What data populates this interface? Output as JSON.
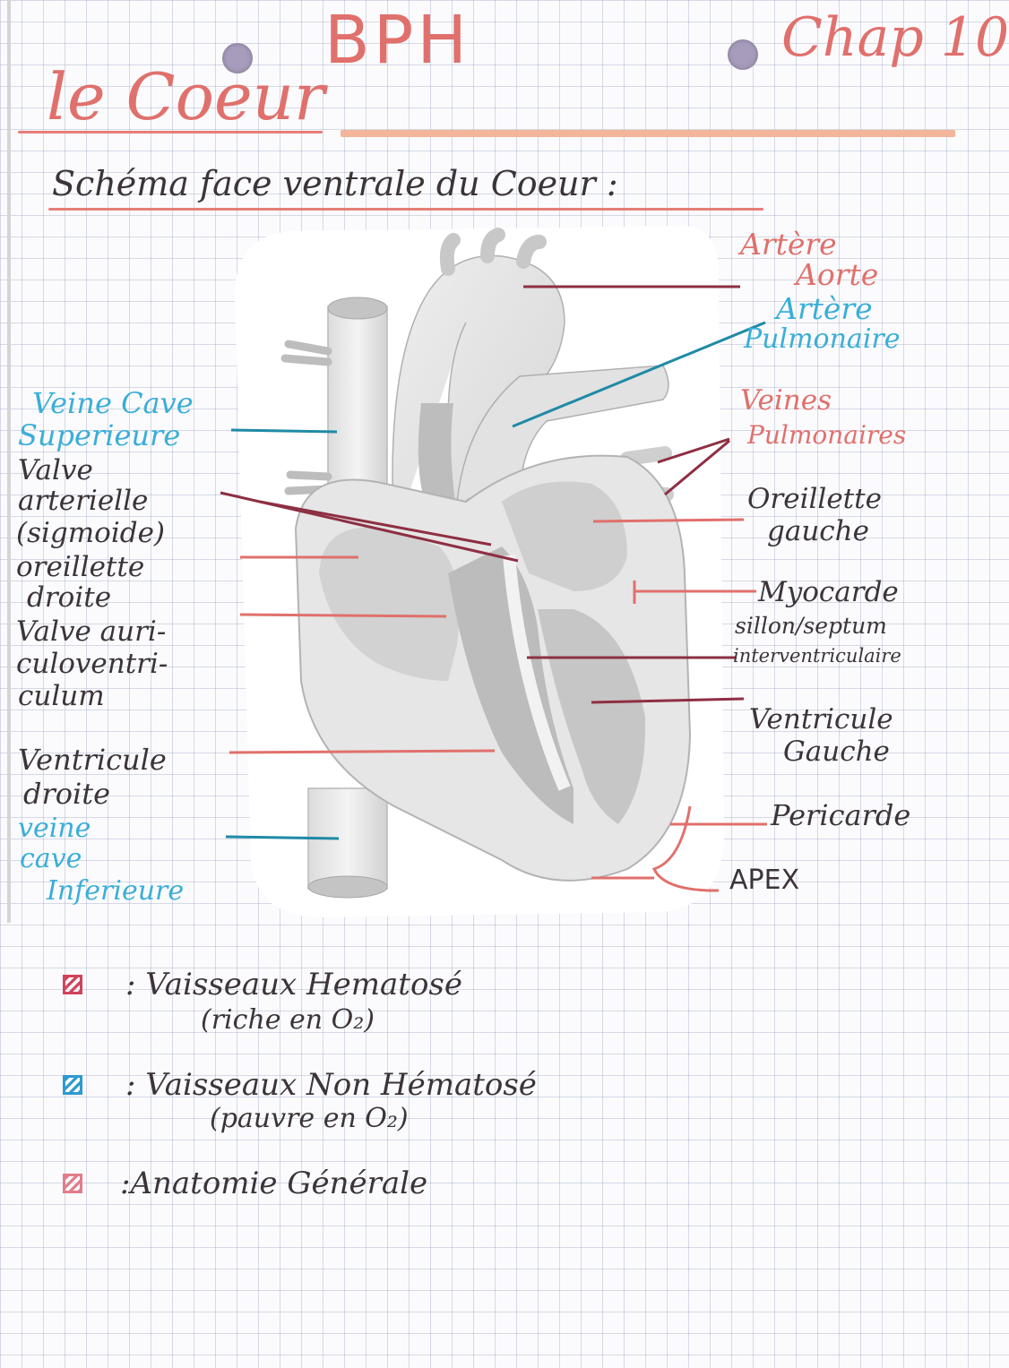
{
  "header": {
    "subject": "BPH",
    "title": "le Coeur",
    "chapter": "Chap 10"
  },
  "subtitle": "Schéma face ventrale du Coeur :",
  "labels": {
    "left": {
      "vcs_line1": "Veine Cave",
      "vcs_line2": "Superieure",
      "valve_art_line1": "Valve",
      "valve_art_line2": "arterielle",
      "valve_art_line3": "(sigmoide)",
      "od_line1": "oreillette",
      "od_line2": "droite",
      "valve_av_line1": "Valve auri-",
      "valve_av_line2": "culoventri-",
      "valve_av_line3": "culum",
      "vd_line1": "Ventricule",
      "vd_line2": "droite",
      "vci_line1": "veine",
      "vci_line2": "cave",
      "vci_line3": "Inferieure"
    },
    "right": {
      "aorte_line1": "Artère",
      "aorte_line2": "Aorte",
      "ap_line1": "Artère",
      "ap_line2": "Pulmonaire",
      "vp_line1": "Veines",
      "vp_line2": "Pulmonaires",
      "og_line1": "Oreillette",
      "og_line2": "gauche",
      "myo_line1": "Myocarde",
      "myo_line2": "sillon/septum",
      "myo_line3": "interventriculaire",
      "vg_line1": "Ventricule",
      "vg_line2": "Gauche",
      "pericarde": "Pericarde",
      "apex": "APEX"
    }
  },
  "legend": [
    {
      "text_line1": ": Vaisseaux Hematosé",
      "text_line2": "(riche en O₂)",
      "color": "#d0435a"
    },
    {
      "text_line1": ": Vaisseaux Non Hématosé",
      "text_line2": "(pauvre en O₂)",
      "color": "#2c9bd0"
    },
    {
      "text_line1": ":Anatomie Générale",
      "text_line2": "",
      "color": "#e37c8a"
    }
  ],
  "colors": {
    "ink_red": "#e0706c",
    "ink_blue": "#3aaed8",
    "line_dark_red": "#8e2f43",
    "line_teal": "#1f8aa6",
    "line_coral": "#e0706c"
  }
}
